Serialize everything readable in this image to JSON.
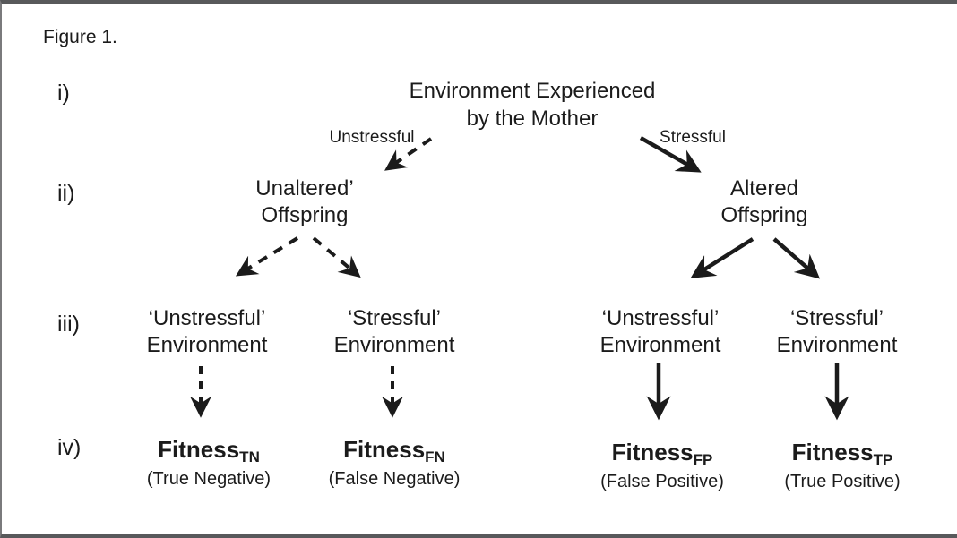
{
  "figure": {
    "caption": "Figure 1.",
    "row_labels": [
      "i)",
      "ii)",
      "iii)",
      "iv)"
    ],
    "colors": {
      "ink": "#1b1b1b",
      "frame": "#58595b",
      "background": "#ffffff"
    },
    "root": {
      "line1": "Environment Experienced",
      "line2": "by the Mother"
    },
    "branch_labels": {
      "left": "Unstressful",
      "right": "Stressful"
    },
    "level2": {
      "left": {
        "line1": "Unaltered’",
        "line2": "Offspring"
      },
      "right": {
        "line1": "Altered",
        "line2": "Offspring"
      }
    },
    "level3": [
      {
        "line1": "‘Unstressful’",
        "line2": "Environment"
      },
      {
        "line1": "‘Stressful’",
        "line2": "Environment"
      },
      {
        "line1": "‘Unstressful’",
        "line2": "Environment"
      },
      {
        "line1": "‘Stressful’",
        "line2": "Environment"
      }
    ],
    "level4": [
      {
        "label": "Fitness",
        "subscript": "TN",
        "caption": "(True Negative)"
      },
      {
        "label": "Fitness",
        "subscript": "FN",
        "caption": "(False Negative)"
      },
      {
        "label": "Fitness",
        "subscript": "FP",
        "caption": "(False Positive)"
      },
      {
        "label": "Fitness",
        "subscript": "TP",
        "caption": "(True Positive)"
      }
    ]
  }
}
